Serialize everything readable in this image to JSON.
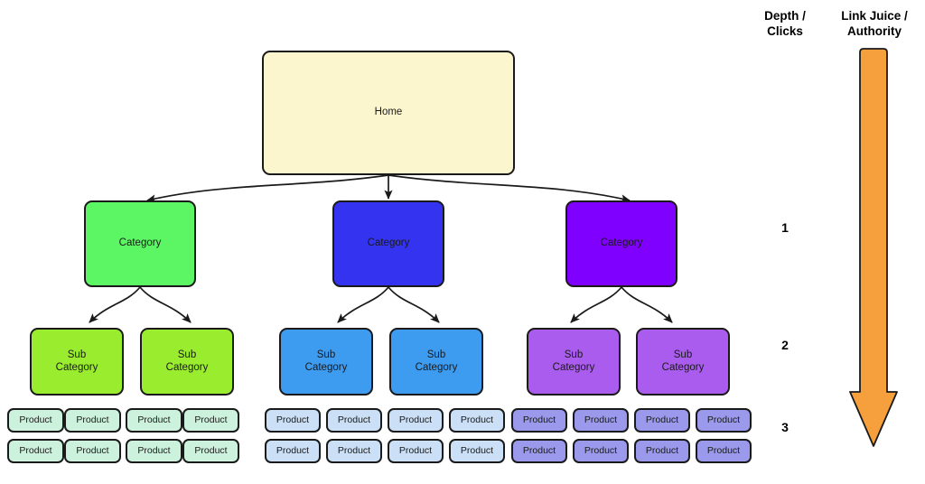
{
  "diagram": {
    "title_columns": [
      {
        "name": "depth-clicks",
        "label": "Depth /\nClicks"
      },
      {
        "name": "link-juice-authority",
        "label": "Link Juice /\nAuthority"
      }
    ],
    "depth_levels": [
      {
        "value": "1"
      },
      {
        "value": "2"
      },
      {
        "value": "3"
      }
    ],
    "colors": {
      "home_fill": "#FCF6CE",
      "category_green": "#5CF564",
      "category_blue": "#3333F0",
      "category_purple": "#8000FF",
      "sub_green": "#99ED2E",
      "sub_blue": "#3D9BF0",
      "sub_purple": "#AA5CEE",
      "product_green": "#CCF2DD",
      "product_blue": "#CBE0F6",
      "product_purple": "#9A99EC",
      "stroke": "#1a1a1a",
      "arrow_orange": "#F5A03C",
      "text": "#1a1a1a"
    },
    "home": {
      "label": "Home"
    },
    "branches": [
      {
        "name": "green",
        "category": {
          "label": "Category"
        },
        "subcategories": [
          {
            "label": "Sub\nCategory",
            "products": [
              {
                "label": "Product"
              },
              {
                "label": "Product"
              },
              {
                "label": "Product"
              },
              {
                "label": "Product"
              }
            ]
          },
          {
            "label": "Sub\nCategory",
            "products": [
              {
                "label": "Product"
              },
              {
                "label": "Product"
              },
              {
                "label": "Product"
              },
              {
                "label": "Product"
              }
            ]
          }
        ]
      },
      {
        "name": "blue",
        "category": {
          "label": "Category"
        },
        "subcategories": [
          {
            "label": "Sub\nCategory",
            "products": [
              {
                "label": "Product"
              },
              {
                "label": "Product"
              },
              {
                "label": "Product"
              },
              {
                "label": "Product"
              }
            ]
          },
          {
            "label": "Sub\nCategory",
            "products": [
              {
                "label": "Product"
              },
              {
                "label": "Product"
              },
              {
                "label": "Product"
              },
              {
                "label": "Product"
              }
            ]
          }
        ]
      },
      {
        "name": "purple",
        "category": {
          "label": "Category"
        },
        "subcategories": [
          {
            "label": "Sub\nCategory",
            "products": [
              {
                "label": "Product"
              },
              {
                "label": "Product"
              },
              {
                "label": "Product"
              },
              {
                "label": "Product"
              }
            ]
          },
          {
            "label": "Sub\nCategory",
            "products": [
              {
                "label": "Product"
              },
              {
                "label": "Product"
              },
              {
                "label": "Product"
              },
              {
                "label": "Product"
              }
            ]
          }
        ]
      }
    ]
  }
}
